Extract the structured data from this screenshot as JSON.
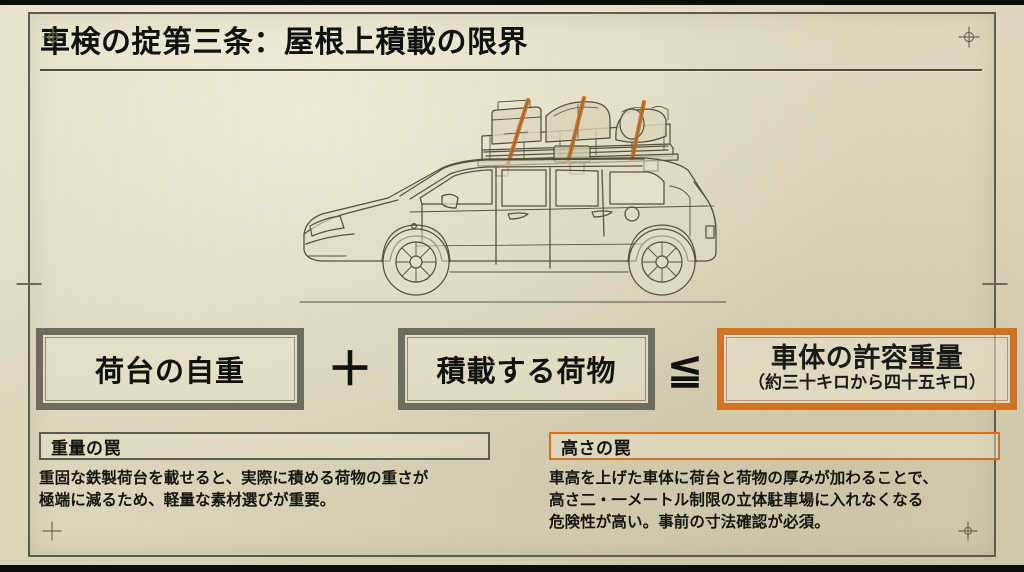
{
  "document": {
    "title": "車検の掟第三条：屋根上積載の限界"
  },
  "illustration": {
    "name": "suv-with-roof-rack-cargo-line-drawing",
    "description": "屋根上にルーフラックと積載物、オレンジ色の固定ベルトを装着したSUVの線画"
  },
  "formula": {
    "term_tare": "荷台の自重",
    "operator_plus": "＋",
    "term_cargo": "積載する荷物",
    "operator_le": "≦",
    "limit_main": "車体の許容重量",
    "limit_sub": "（約三十キロから四十五キロ）"
  },
  "panels": [
    {
      "id": "weight-trap",
      "heading": "重量の罠",
      "accent": "#5e5c4d",
      "lines": [
        "重固な鉄製荷台を載せると、実際に積める荷物の重さが",
        "極端に減るため、軽量な素材選びが重要。"
      ]
    },
    {
      "id": "height-trap",
      "heading": "高さの罠",
      "accent": "#cf7327",
      "lines": [
        "車高を上げた車体に荷台と荷物の厚みが加わることで、",
        "高さ二・一メートル制限の立体駐車場に入れなくなる",
        "危険性が高い。事前の寸法確認が必須。"
      ]
    }
  ],
  "theme": {
    "paper": "#ded7bd",
    "ink": "#1a1a18",
    "frame": "#5c5a4b",
    "accent_orange": "#cf7327",
    "box_gray": "#6e6c5c",
    "letterbox": "#0d0d0c"
  }
}
